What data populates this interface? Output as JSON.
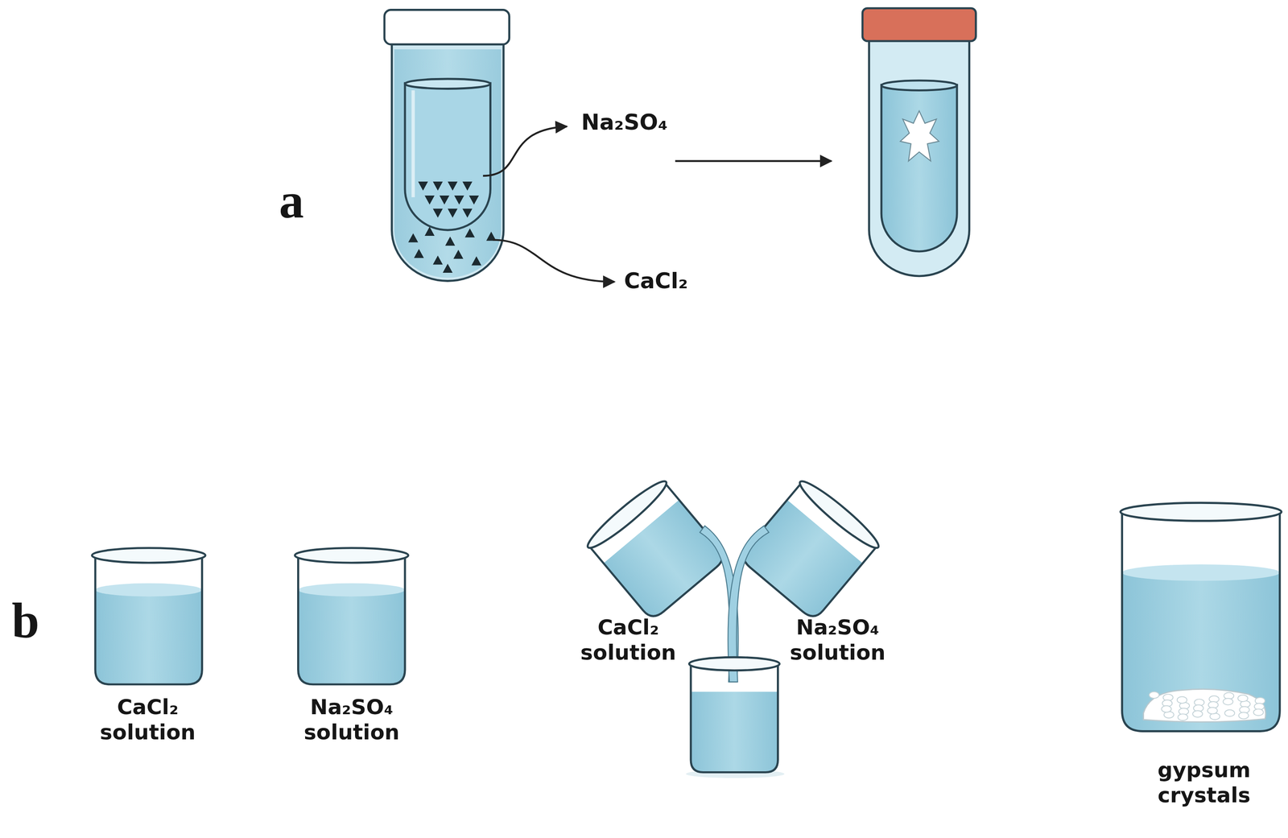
{
  "diagram": {
    "labels": [
      "a",
      "Na₂SO₄",
      "CaCl₂",
      "b",
      "CaCl₂ solution",
      "Na₂SO₄ solution",
      "CaCl₂ solution",
      "Na₂SO₄ solution",
      "gypsum crystals"
    ]
  }
}
